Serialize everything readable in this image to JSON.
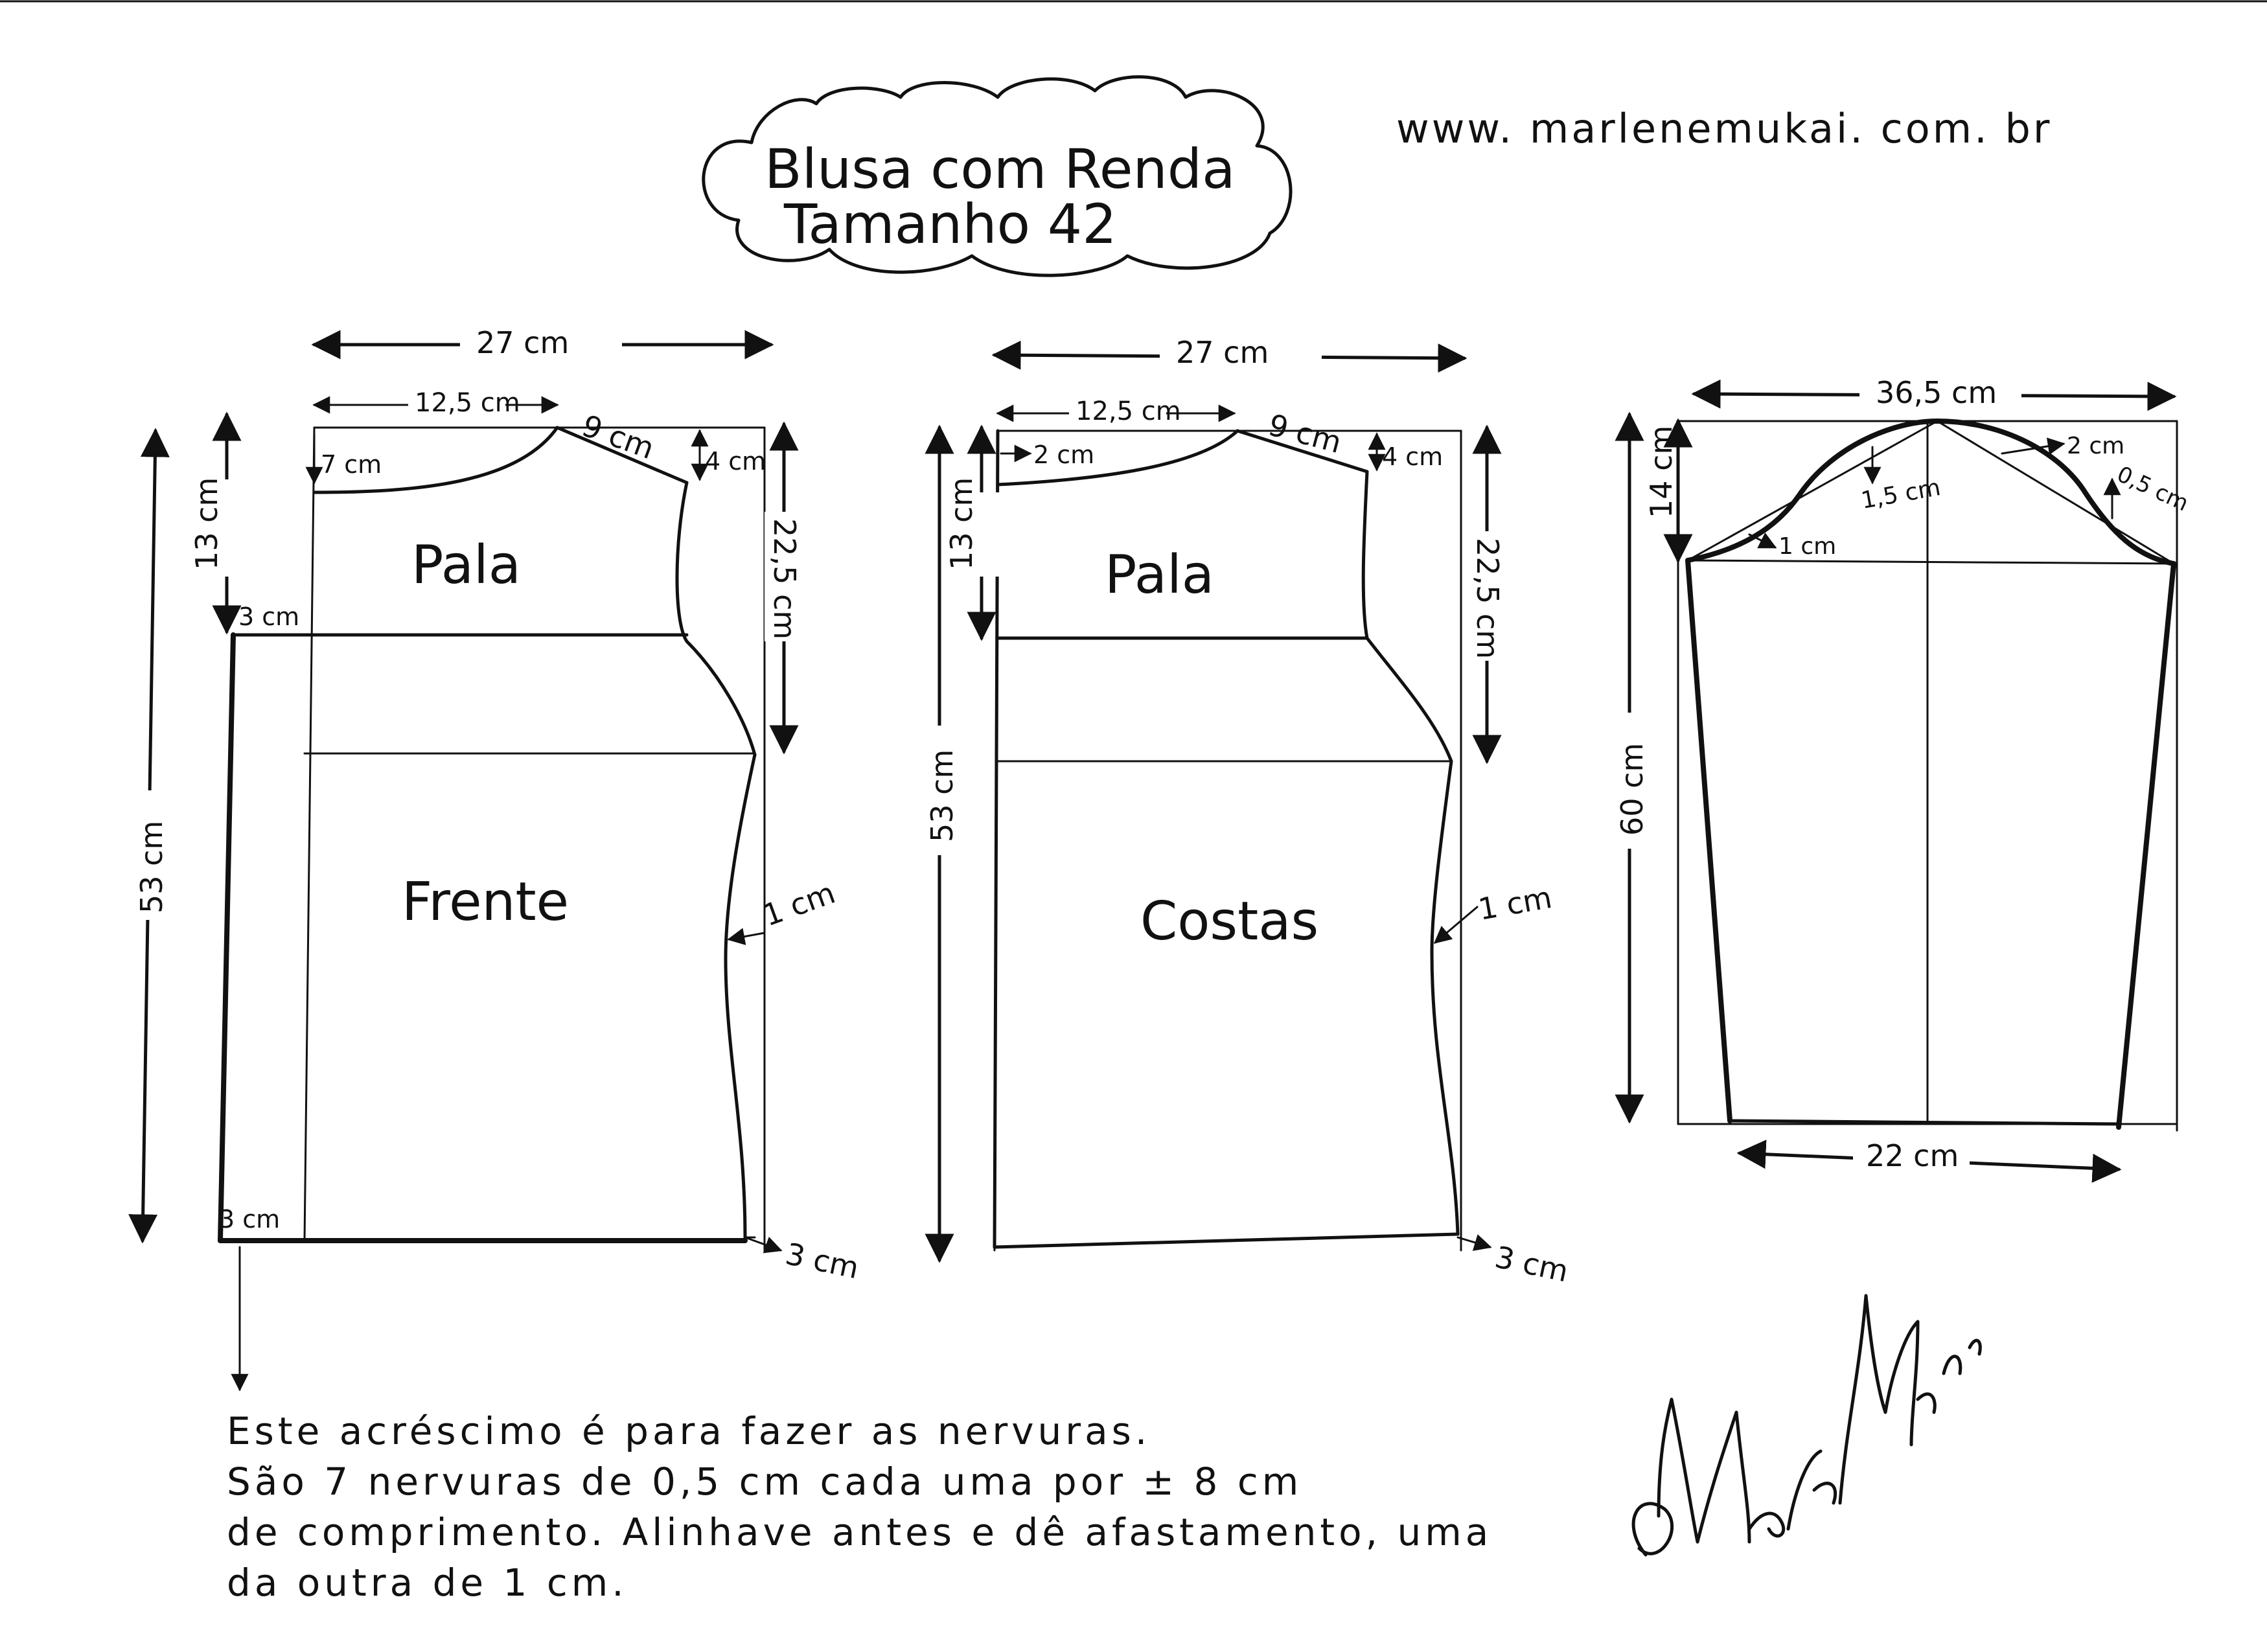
{
  "header": {
    "title_line1": "Blusa com Renda",
    "title_line2": "Tamanho 42",
    "website": "www. marlenemukai. com. br"
  },
  "front": {
    "name": "Frente",
    "yoke": "Pala",
    "width": "27 cm",
    "neck_width": "12,5 cm",
    "shoulder": "9 cm",
    "neck_drop": "7 cm",
    "shoulder_drop": "4 cm",
    "yoke_depth": "13 cm",
    "armhole_depth": "22,5 cm",
    "length": "53 cm",
    "pleat_add_top": "3 cm",
    "pleat_add_bottom": "3 cm",
    "waist": "1 cm",
    "hem_add": "3 cm"
  },
  "back": {
    "name": "Costas",
    "yoke": "Pala",
    "width": "27 cm",
    "neck_width": "12,5 cm",
    "shoulder": "9 cm",
    "neck_drop": "2 cm",
    "shoulder_drop": "4 cm",
    "yoke_depth": "13 cm",
    "armhole_depth": "22,5 cm",
    "length": "53 cm",
    "waist": "1 cm",
    "hem_add": "3 cm"
  },
  "sleeve": {
    "width": "36,5 cm",
    "cap_height": "14 cm",
    "curve_in": "1,5 cm",
    "curve_out_upper": "2 cm",
    "curve_out_lower": "0,5 cm",
    "curve_low": "1 cm",
    "length": "60 cm",
    "cuff": "22 cm"
  },
  "note": [
    "Este acréscimo é para fazer as nervuras.",
    "São 7 nervuras de 0,5 cm cada uma por ± 8 cm",
    "de comprimento. Alinhave antes e dê afastamento, uma",
    "da outra de 1 cm."
  ],
  "signature": "Marlene Mukai"
}
